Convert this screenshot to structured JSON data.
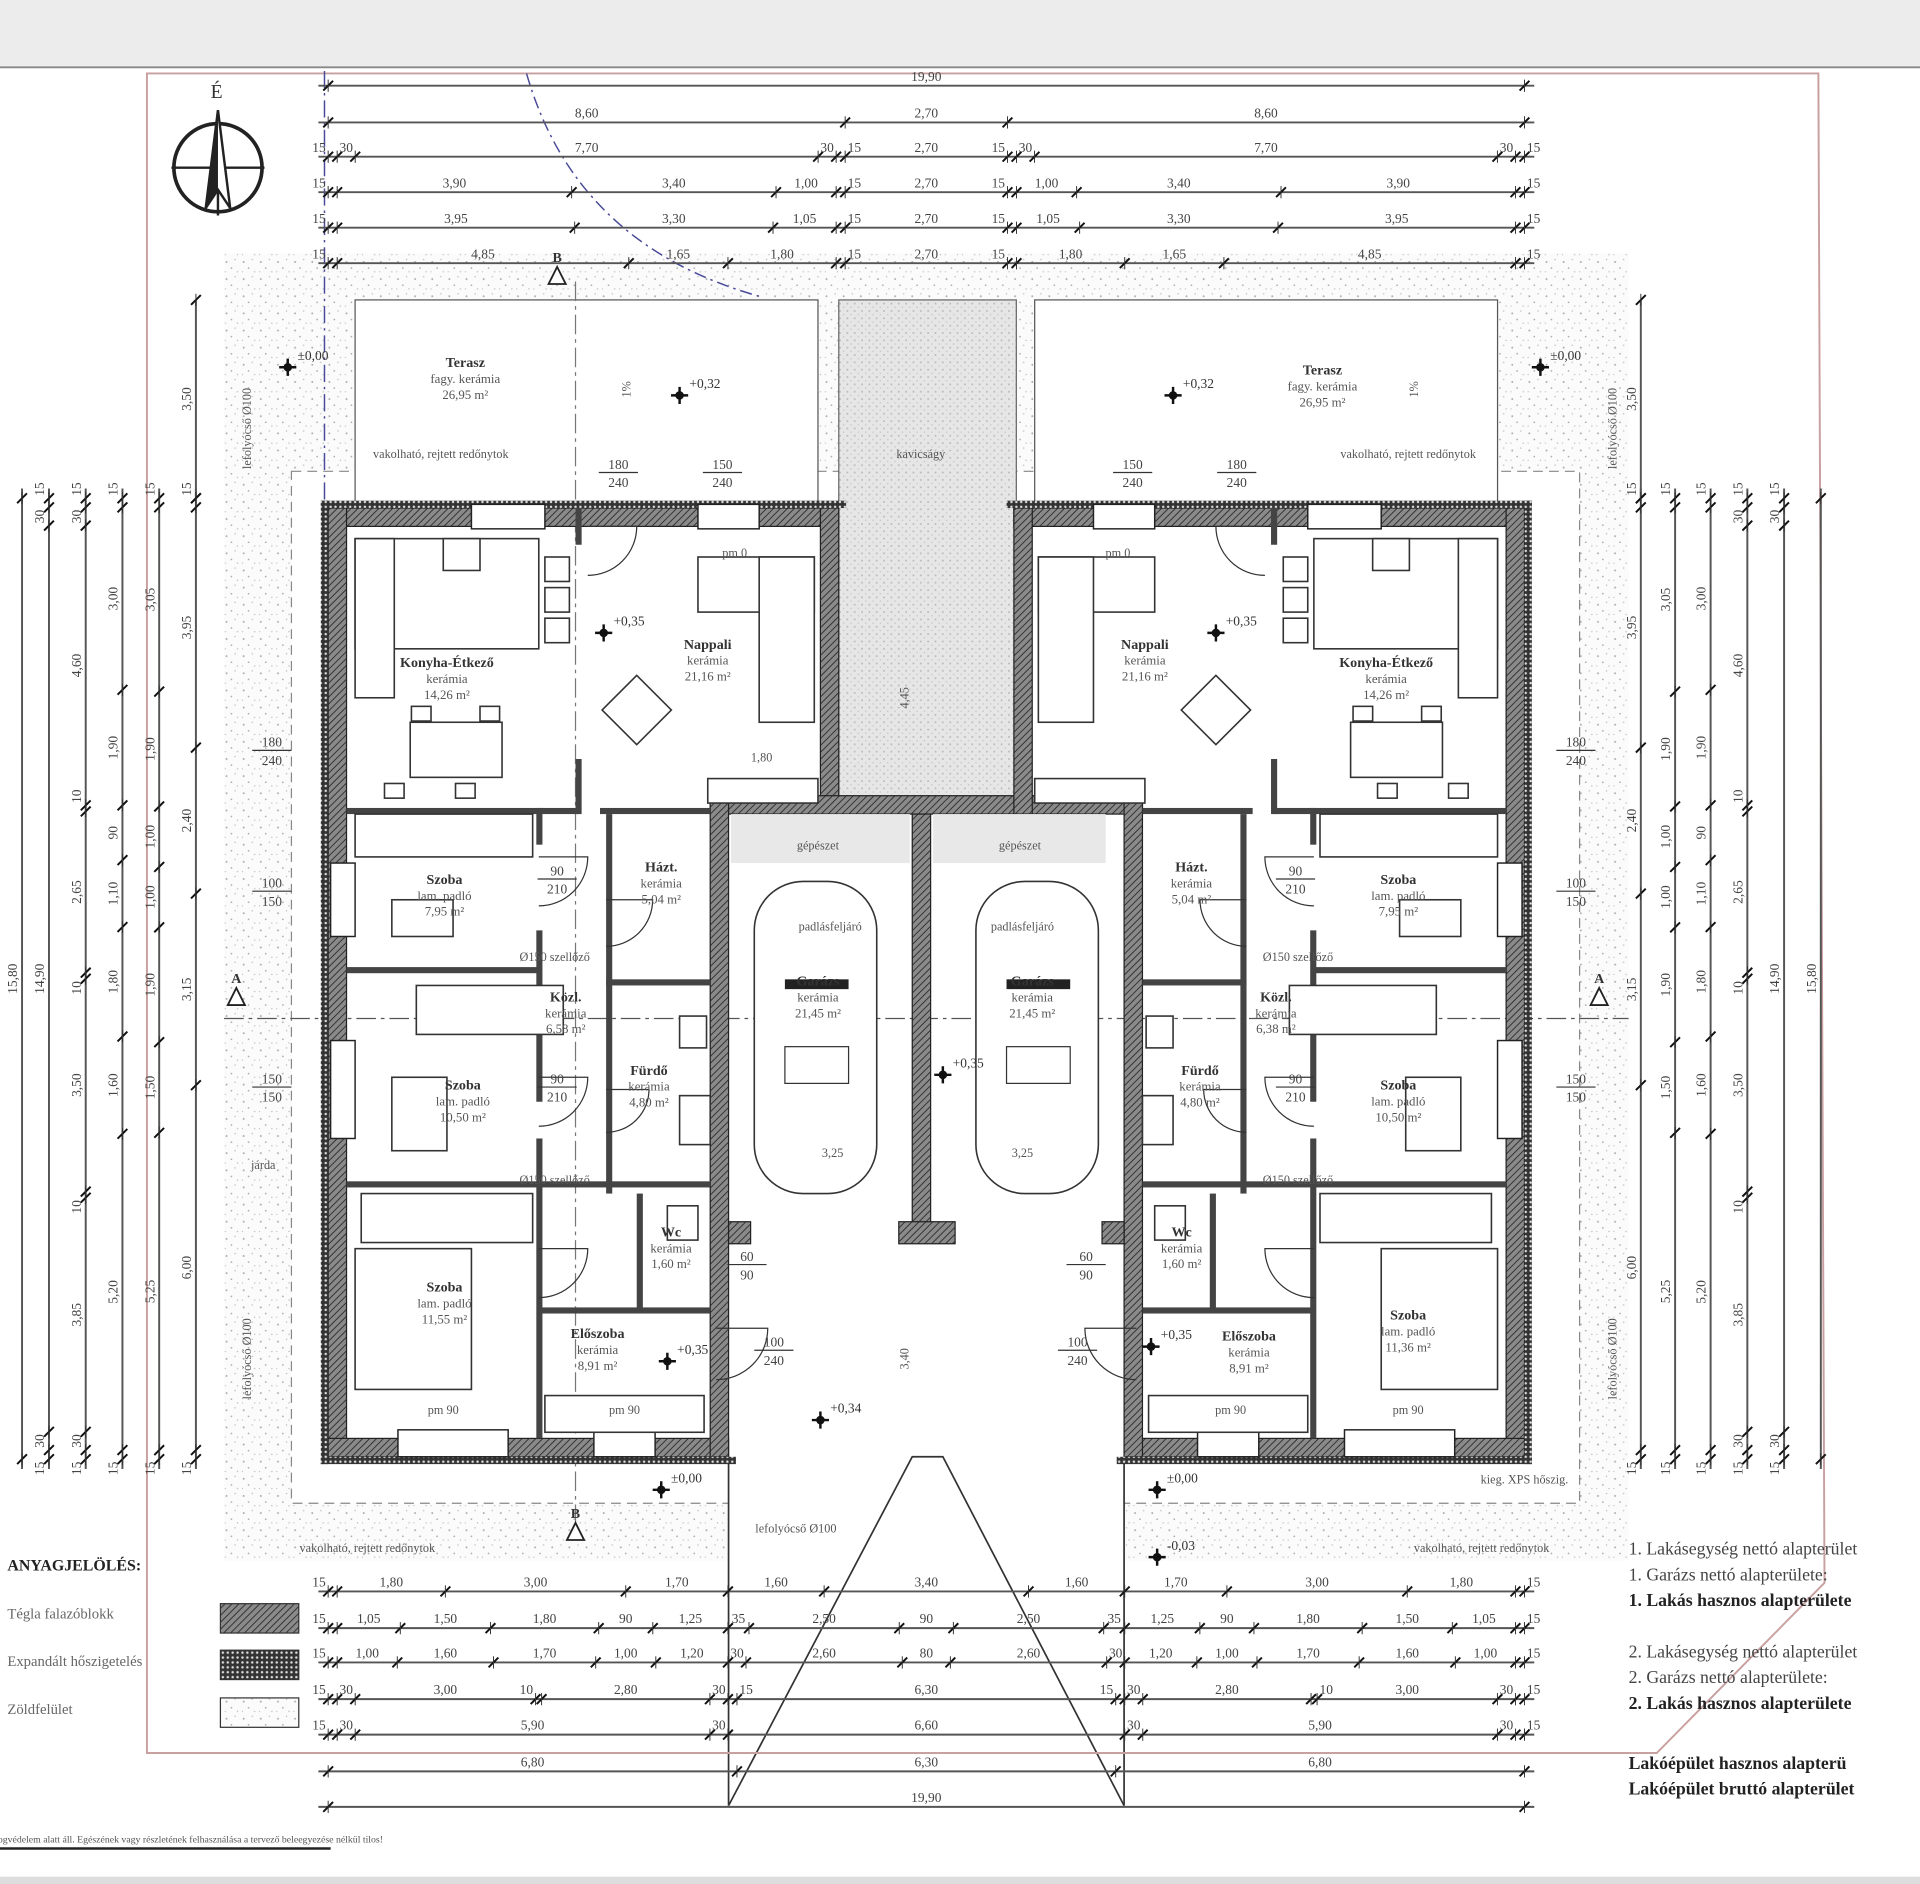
{
  "north_label": "É",
  "section_marks": {
    "a": "A",
    "b": "B"
  },
  "dims_top": [
    [
      "19,90"
    ],
    [
      "8,60",
      "2,70",
      "8,60"
    ],
    [
      "15",
      "30",
      "7,70",
      "30",
      "15",
      "2,70",
      "15",
      "30",
      "7,70",
      "30",
      "15"
    ],
    [
      "15",
      "3,90",
      "3,40",
      "1,00",
      "15",
      "2,70",
      "15",
      "1,00",
      "3,40",
      "3,90",
      "15"
    ],
    [
      "15",
      "3,95",
      "3,30",
      "1,05",
      "15",
      "2,70",
      "15",
      "1,05",
      "3,30",
      "3,95",
      "15"
    ],
    [
      "15",
      "4,85",
      "1,65",
      "1,80",
      "15",
      "2,70",
      "15",
      "1,80",
      "1,65",
      "4,85",
      "15"
    ]
  ],
  "dims_bottom": [
    [
      "15",
      "1,80",
      "3,00",
      "1,70",
      "1,60",
      "3,40",
      "1,60",
      "1,70",
      "3,00",
      "1,80",
      "15"
    ],
    [
      "15",
      "1,05",
      "1,50",
      "1,80",
      "90",
      "1,25",
      "35",
      "2,50",
      "90",
      "2,50",
      "35",
      "1,25",
      "90",
      "1,80",
      "1,50",
      "1,05",
      "15"
    ],
    [
      "15",
      "1,00",
      "1,60",
      "1,70",
      "1,00",
      "1,20",
      "30",
      "2,60",
      "80",
      "2,60",
      "30",
      "1,20",
      "1,00",
      "1,70",
      "1,60",
      "1,00",
      "15"
    ],
    [
      "15",
      "30",
      "3,00",
      "10",
      "2,80",
      "30",
      "15",
      "6,30",
      "15",
      "30",
      "2,80",
      "10",
      "3,00",
      "30",
      "15"
    ],
    [
      "15",
      "30",
      "5,90",
      "30",
      "6,60",
      "30",
      "5,90",
      "30",
      "15"
    ],
    [
      "6,80",
      "6,30",
      "6,80"
    ],
    [
      "19,90"
    ]
  ],
  "dims_side": [
    [
      "15,80"
    ],
    [
      "15",
      "30",
      "14,90",
      "30",
      "15"
    ],
    [
      "15",
      "30",
      "4,60",
      "10",
      "2,65",
      "10",
      "3,50",
      "10",
      "3,85",
      "30",
      "15"
    ],
    [
      "15",
      "3,00",
      "1,90",
      "90",
      "1,10",
      "1,80",
      "1,60",
      "5,20",
      "15"
    ],
    [
      "15",
      "3,05",
      "1,90",
      "1,00",
      "1,00",
      "1,90",
      "1,50",
      "5,25",
      "15"
    ],
    [
      "15",
      "3,95",
      "2,40",
      "3,15",
      "6,00",
      "15"
    ]
  ],
  "dims_terrace": "3,50",
  "rooms": [
    {
      "name": "Terasz",
      "floor": "fagy. kerámia",
      "area": "26,95 m²"
    },
    {
      "name": "Konyha-Étkező",
      "floor": "kerámia",
      "area": "14,26 m²"
    },
    {
      "name": "Nappali",
      "floor": "kerámia",
      "area": "21,16 m²"
    },
    {
      "name": "Szoba",
      "floor": "lam. padló",
      "area": "7,95 m²"
    },
    {
      "name": "Házt.",
      "floor": "kerámia",
      "area": "5,04 m²"
    },
    {
      "name": "Közl.",
      "floor": "kerámia",
      "area": "6,58 m²"
    },
    {
      "name": "Szoba",
      "floor": "lam. padló",
      "area": "10,50 m²"
    },
    {
      "name": "Fürdő",
      "floor": "kerámia",
      "area": "4,80 m²"
    },
    {
      "name": "Wc",
      "floor": "kerámia",
      "area": "1,60 m²"
    },
    {
      "name": "Szoba",
      "floor": "lam. padló",
      "area": "11,55 m²"
    },
    {
      "name": "Előszoba",
      "floor": "kerámia",
      "area": "8,91 m²"
    },
    {
      "name": "Garázs",
      "floor": "kerámia",
      "area": "21,45 m²"
    },
    {
      "name": "Terasz",
      "floor": "fagy. kerámia",
      "area": "26,95 m²"
    },
    {
      "name": "Konyha-Étkező",
      "floor": "kerámia",
      "area": "14,26 m²"
    },
    {
      "name": "Nappali",
      "floor": "kerámia",
      "area": "21,16 m²"
    },
    {
      "name": "Szoba",
      "floor": "lam. padló",
      "area": "7,95 m²"
    },
    {
      "name": "Házt.",
      "floor": "kerámia",
      "area": "5,04 m²"
    },
    {
      "name": "Közl.",
      "floor": "kerámia",
      "area": "6,38 m²"
    },
    {
      "name": "Szoba",
      "floor": "lam. padló",
      "area": "10,50 m²"
    },
    {
      "name": "Fürdő",
      "floor": "kerámia",
      "area": "4,80 m²"
    },
    {
      "name": "Wc",
      "floor": "kerámia",
      "area": "1,60 m²"
    },
    {
      "name": "Szoba",
      "floor": "lam. padló",
      "area": "11,36 m²"
    },
    {
      "name": "Előszoba",
      "floor": "kerámia",
      "area": "8,91 m²"
    },
    {
      "name": "Garázs",
      "floor": "kerámia",
      "area": "21,45 m²"
    }
  ],
  "elevations": [
    "±0,00",
    "+0,32",
    "+0,35",
    "+0,35",
    "+0,34",
    "±0,00",
    "+0,32",
    "±0,00",
    "+0,35",
    "+0,35",
    "+0,35",
    "±0,00",
    "-0,03"
  ],
  "openings": [
    {
      "w": "90",
      "h": "210"
    },
    {
      "w": "90",
      "h": "210"
    },
    {
      "w": "90",
      "h": "210"
    },
    {
      "w": "90",
      "h": "210"
    },
    {
      "w": "100",
      "h": "240"
    },
    {
      "w": "100",
      "h": "240"
    },
    {
      "w": "180",
      "h": "240"
    },
    {
      "w": "150",
      "h": "240"
    },
    {
      "w": "150",
      "h": "240"
    },
    {
      "w": "180",
      "h": "240"
    },
    {
      "w": "100",
      "h": "150"
    },
    {
      "w": "100",
      "h": "150"
    },
    {
      "w": "150",
      "h": "150"
    },
    {
      "w": "150",
      "h": "150"
    },
    {
      "w": "180",
      "h": "240"
    },
    {
      "w": "180",
      "h": "240"
    },
    {
      "w": "60",
      "h": "90"
    },
    {
      "w": "60",
      "h": "90"
    }
  ],
  "notes": {
    "shutter": "vakolható, rejtett redőnytok",
    "gravel": "kavicságy",
    "downpipe": "lefolyócső Ø100",
    "sidewalk": "járda",
    "vent": "Ø150 szellőző",
    "attic": "padlásfeljáró",
    "mech": "gépészet",
    "xps": "kieg. XPS hőszig.",
    "pm90": "pm 90",
    "pm0": "pm 0",
    "living_dim": "1,80",
    "gravel_dim": "4,45",
    "garage_dim": "3,40",
    "garage_dim2": "3,25",
    "slope": "1%"
  },
  "legend": {
    "title": "ANYAGJELÖLÉS:",
    "items": [
      "Tégla falazóblokk",
      "Expandált hőszigetelés",
      "Zöldfelület"
    ]
  },
  "area_summary": [
    "1. Lakásegység nettó alapterület",
    "1. Garázs nettó alapterülete:",
    "1. Lakás hasznos alapterülete",
    "2. Lakásegység nettó alapterület",
    "2. Garázs nettó alapterülete:",
    "2. Lakás hasznos alapterülete",
    "Lakóépület hasznos alapterü",
    "Lakóépület bruttó alapterület"
  ],
  "copyright": "jogvédelem alatt áll. Egészének vagy részletének felhasználása a tervező beleegyezése nélkül tilos!",
  "colors": {
    "boundary": "#c9a0a0",
    "axis": "#4a4a9a",
    "wall": "#555555",
    "green": "#bdbdbd"
  }
}
